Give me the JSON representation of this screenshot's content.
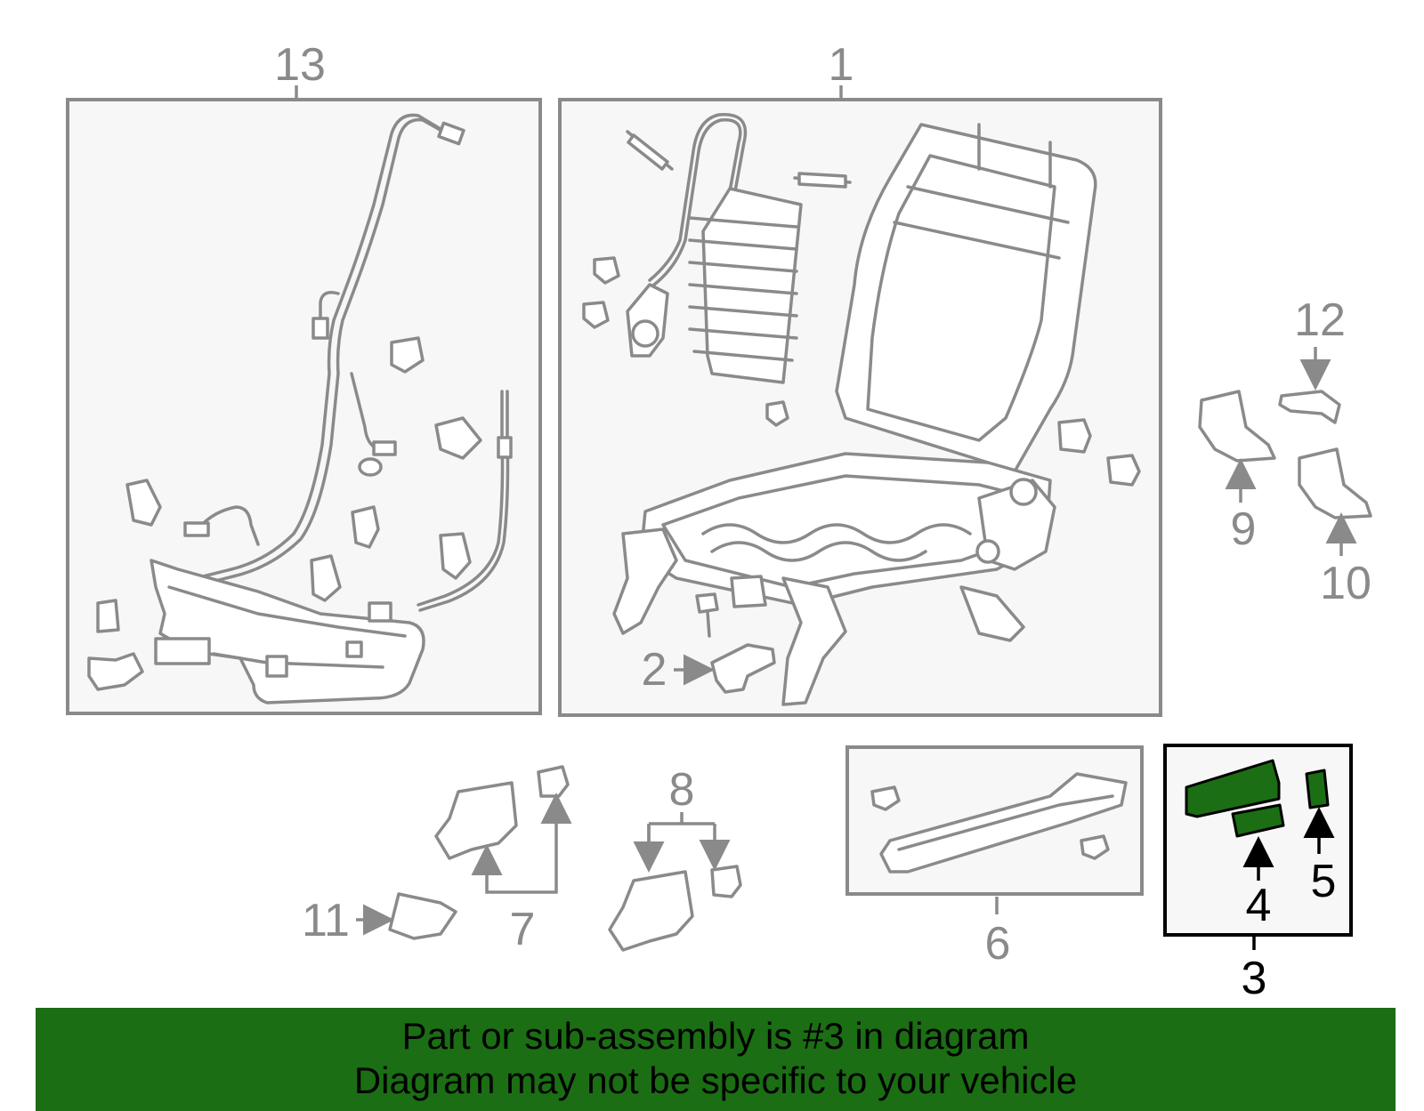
{
  "colors": {
    "highlight": "#1b6e13",
    "line_gray": "#8a8a8a",
    "box_fill": "#f7f7f7",
    "banner_bg": "#1b6e13"
  },
  "callouts": {
    "c1": "1",
    "c2": "2",
    "c3": "3",
    "c4": "4",
    "c5": "5",
    "c6": "6",
    "c7": "7",
    "c8": "8",
    "c9": "9",
    "c10": "10",
    "c11": "11",
    "c12": "12",
    "c13": "13"
  },
  "highlighted_part": "3",
  "banner": {
    "line1": "Part or sub-assembly is #3 in diagram",
    "line2": "Diagram may not be specific to your vehicle"
  }
}
